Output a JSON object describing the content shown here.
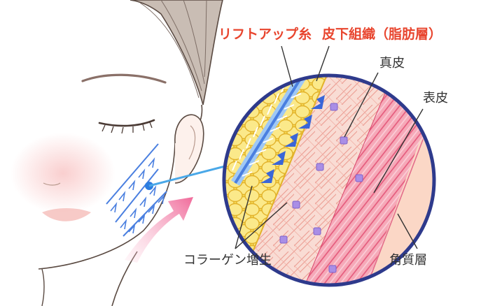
{
  "labels": {
    "lift_thread": "リフトアップ糸",
    "subcutaneous": "皮下組織（脂肪層）",
    "dermis": "真皮",
    "epidermis": "表皮",
    "collagen": "コラーゲン増生",
    "stratum_corneum": "角質層"
  },
  "colors": {
    "label_highlight": "#e8452e",
    "label_normal": "#333333",
    "circle_border": "#2e3a8c",
    "fat_layer": "#f7df5c",
    "dermis": "#f7d3cc",
    "epidermis": "#f08aa0",
    "thread": "#4a7fe0",
    "lift_arrow": "#f06a9a",
    "connector": "#4aa8e8"
  },
  "icons": {
    "lift_arrow": "curved-up-arrow-icon",
    "thread_arrows": "blue-up-arrow-icon"
  }
}
